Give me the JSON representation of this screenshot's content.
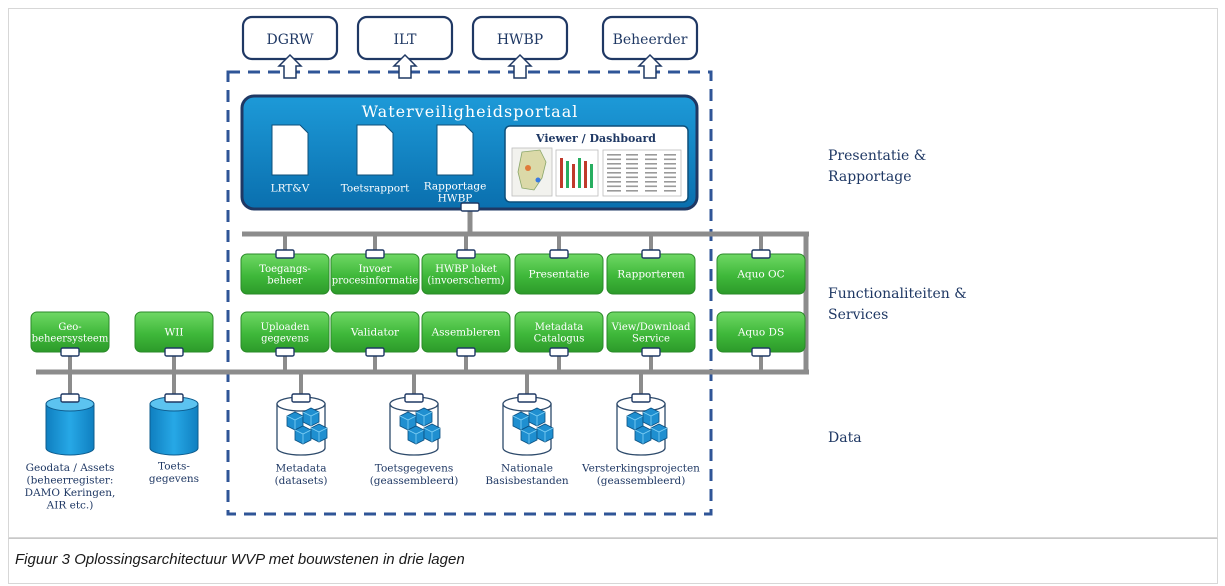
{
  "caption": "Figuur 3  Oplossingsarchitectuur WVP met bouwstenen in drie lagen",
  "stakeholders": [
    "DGRW",
    "ILT",
    "HWBP",
    "Beheerder"
  ],
  "portal": {
    "title": "Waterveiligheidsportaal",
    "documents": [
      {
        "lines": [
          "LRT&V"
        ]
      },
      {
        "lines": [
          "Toetsrapport"
        ]
      },
      {
        "lines": [
          "Rapportage",
          "HWBP"
        ]
      }
    ],
    "viewer_title": "Viewer / Dashboard"
  },
  "layers": {
    "presentation": [
      "Presentatie &",
      "Rapportage"
    ],
    "functions": [
      "Functionaliteiten &",
      "Services"
    ],
    "data": [
      "Data"
    ]
  },
  "function_row1": [
    {
      "lines": [
        "Toegangs-",
        "beheer"
      ]
    },
    {
      "lines": [
        "Invoer",
        "procesinformatie"
      ]
    },
    {
      "lines": [
        "HWBP loket",
        "(invoerscherm)"
      ]
    },
    {
      "lines": [
        "Presentatie"
      ]
    },
    {
      "lines": [
        "Rapporteren"
      ]
    },
    {
      "lines": [
        "Aquo OC"
      ]
    }
  ],
  "function_row2": [
    {
      "lines": [
        "Uploaden",
        "gegevens"
      ]
    },
    {
      "lines": [
        "Validator"
      ]
    },
    {
      "lines": [
        "Assembleren"
      ]
    },
    {
      "lines": [
        "Metadata",
        "Catalogus"
      ]
    },
    {
      "lines": [
        "View/Download",
        "Service"
      ]
    },
    {
      "lines": [
        "Aquo DS"
      ]
    }
  ],
  "external_services": [
    {
      "lines": [
        "Geo-",
        "beheersysteem"
      ]
    },
    {
      "lines": [
        "WII"
      ]
    }
  ],
  "external_data": [
    {
      "lines": [
        "Geodata / Assets",
        "(beheerregister:",
        "DAMO Keringen,",
        "AIR etc.)"
      ]
    },
    {
      "lines": [
        "Toets-",
        "gegevens"
      ]
    }
  ],
  "portal_data": [
    {
      "lines": [
        "Metadata",
        "(datasets)"
      ]
    },
    {
      "lines": [
        "Toetsgegevens",
        "(geassembleerd)"
      ]
    },
    {
      "lines": [
        "Nationale",
        "Basisbestanden"
      ]
    },
    {
      "lines": [
        "Versterkingsprojecten",
        "(geassembleerd)"
      ]
    }
  ],
  "colors": {
    "navy": "#1f3864",
    "portal_blue": "#0b7fc0",
    "green": "#3db83a",
    "bus_gray": "#8c8c8c",
    "cylinder_blue": "#1a9ad6"
  }
}
